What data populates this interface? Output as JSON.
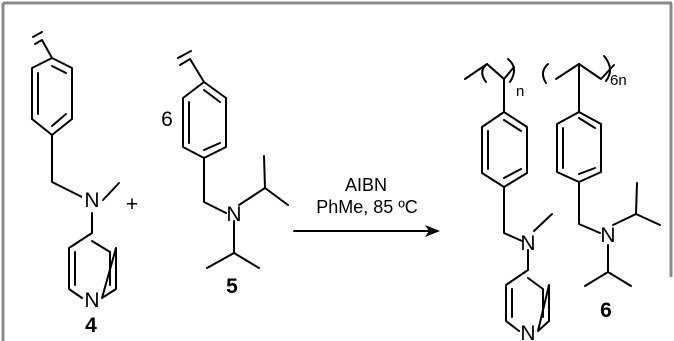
{
  "reaction": {
    "coefficient_5": "6",
    "plus_sign": "+",
    "conditions": {
      "reagent": "AIBN",
      "solvent_temperature": "PhMe, 85 ºC"
    }
  },
  "compounds": {
    "c4": {
      "label": "4",
      "atoms": {
        "n_amine": "N",
        "n_pyridine": "N"
      }
    },
    "c5": {
      "label": "5",
      "atoms": {
        "n_amine": "N"
      }
    },
    "c6": {
      "label": "6",
      "subscripts": {
        "block1": "n",
        "block2": "6n"
      },
      "atoms": {
        "n_amine_left": "N",
        "n_pyridine": "N",
        "n_amine_right": "N"
      }
    }
  }
}
